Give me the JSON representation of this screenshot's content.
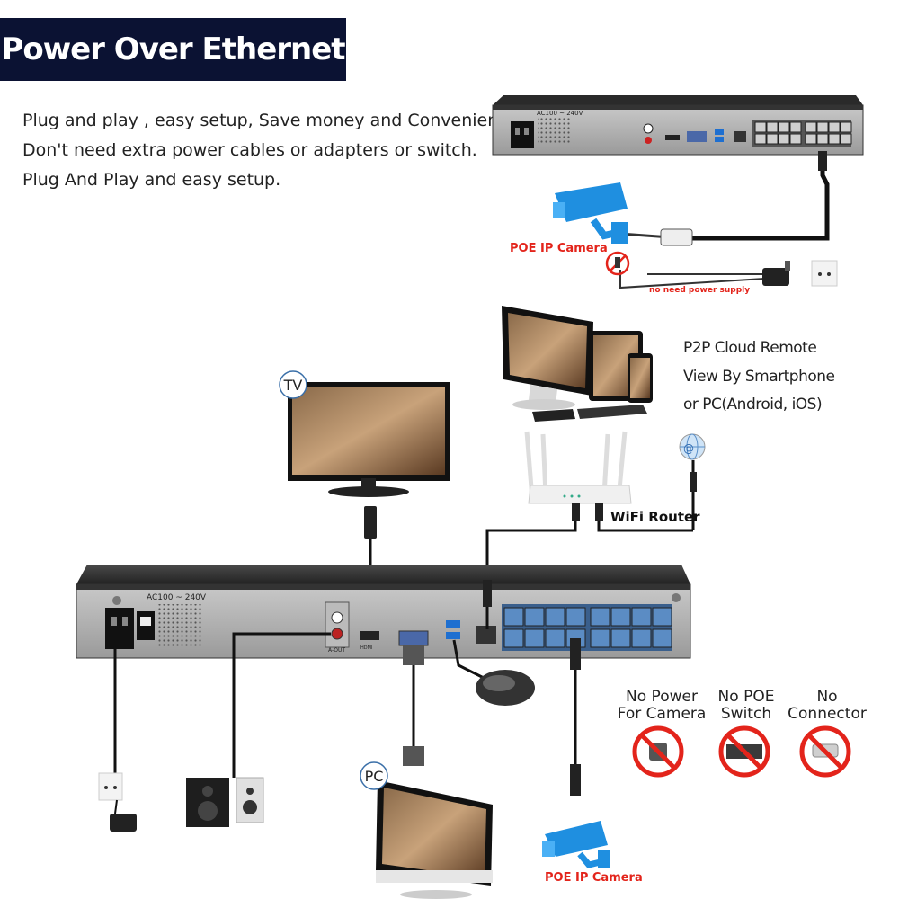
{
  "title": "Power Over Ethernet",
  "intro_lines": [
    "Plug and play , easy setup, Save money and Convenient",
    "Don't need extra power cables or adapters or switch.",
    "Plug And Play and easy setup."
  ],
  "top_nvr": {
    "power_label": "AC100 ~ 240V",
    "camera_label": "POE IP Camera",
    "note": "no need power supply"
  },
  "cloud_remote": {
    "lines": [
      "P2P Cloud Remote",
      "View By Smartphone",
      "or PC(Android, iOS)"
    ]
  },
  "router_label": "WiFi Router",
  "tv_label": "TV",
  "pc_label": "PC",
  "main_nvr": {
    "power_label": "AC100 ~ 240V",
    "aout_label": "A-OUT",
    "hdmi_label": "HDMI",
    "camera_label": "POE IP Camera"
  },
  "no_power_items": [
    {
      "line1": "No Power",
      "line2": "For Camera",
      "icon": "no-plug-icon"
    },
    {
      "line1": "No POE",
      "line2": "Switch",
      "icon": "no-switch-icon"
    },
    {
      "line1": "No",
      "line2": "Connector",
      "icon": "no-connector-icon"
    }
  ],
  "colors": {
    "title_bg": "#0b1233",
    "accent_red": "#e3241b",
    "camera_blue": "#1f8fe0",
    "port_blue": "#4a7fb8"
  }
}
